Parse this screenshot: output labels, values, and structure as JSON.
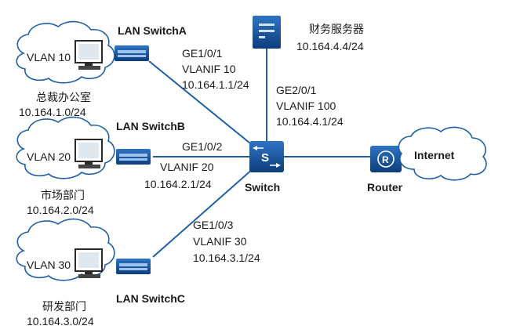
{
  "server": {
    "name": "财务服务器",
    "ip": "10.164.4.4/24"
  },
  "switch": {
    "name": "Switch",
    "icon_letter": "S",
    "uplink": {
      "port": "GE2/0/1",
      "vlanif": "VLANIF 100",
      "ip": "10.164.4.1/24"
    }
  },
  "router": {
    "name": "Router",
    "icon_letter": "R"
  },
  "internet": {
    "label": "Internet"
  },
  "branches": [
    {
      "switch_name": "LAN SwitchA",
      "vlan": "VLAN 10",
      "dept": "总裁办公室",
      "subnet": "10.164.1.0/24",
      "port": "GE1/0/1",
      "vlanif": "VLANIF 10",
      "ip": "10.164.1.1/24"
    },
    {
      "switch_name": "LAN SwitchB",
      "vlan": "VLAN 20",
      "dept": "市场部门",
      "subnet": "10.164.2.0/24",
      "port": "GE1/0/2",
      "vlanif": "VLANIF 20",
      "ip": "10.164.2.1/24"
    },
    {
      "switch_name": "LAN SwitchC",
      "vlan": "VLAN 30",
      "dept": "研发部门",
      "subnet": "10.164.3.0/24",
      "port": "GE1/0/3",
      "vlanif": "VLANIF 30",
      "ip": "10.164.3.1/24"
    }
  ],
  "colors": {
    "device_blue": "#1f5fa8",
    "device_dark": "#0d3d7a",
    "line": "#1f5fa8"
  },
  "icons": {
    "pc": "computer-icon",
    "lan_switch": "lan-switch-icon",
    "core_switch": "core-switch-icon",
    "server": "server-icon",
    "router": "router-icon",
    "cloud": "cloud-icon"
  }
}
